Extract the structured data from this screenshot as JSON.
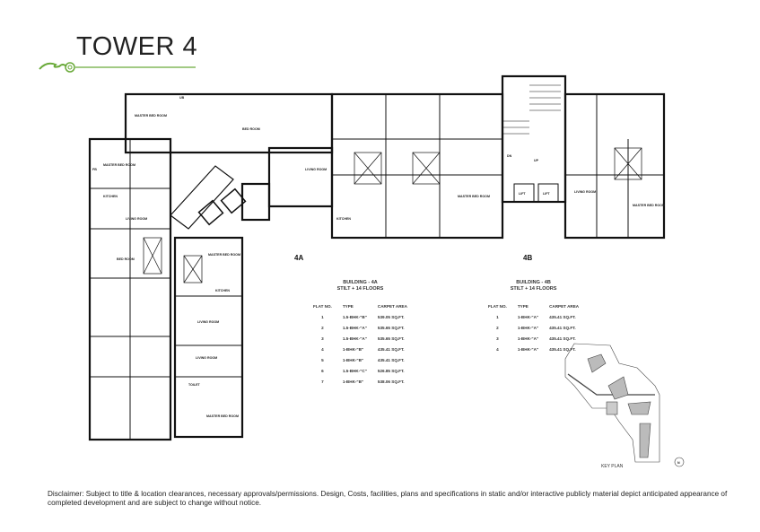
{
  "title": "TOWER 4",
  "colors": {
    "accent": "#6aaa3a",
    "wall": "#111111"
  },
  "wings": {
    "a": "4A",
    "b": "4B"
  },
  "room_labels": [
    "MASTER BED ROOM",
    "BED ROOM",
    "LIVING ROOM",
    "KITCHEN",
    "TOILET",
    "FB",
    "UB",
    "DN",
    "UP",
    "LIFT"
  ],
  "building_4a": {
    "heading": "BUILDING - 4A",
    "subheading": "STILT + 14 FLOORS",
    "columns": [
      "FLAT NO.",
      "TYPE",
      "CARPET AREA"
    ],
    "rows": [
      [
        "1",
        "1.5-BHK-\"B\"",
        "539.05 SQ.FT."
      ],
      [
        "2",
        "1.5-BHK-\"A\"",
        "535.65 SQ.FT."
      ],
      [
        "3",
        "1.5-BHK-\"A\"",
        "535.65 SQ.FT."
      ],
      [
        "4",
        "1-BHK-\"B\"",
        "435.41 SQ.FT."
      ],
      [
        "5",
        "1-BHK-\"B\"",
        "435.41 SQ.FT."
      ],
      [
        "6",
        "1.5-BHK-\"C\"",
        "526.85 SQ.FT."
      ],
      [
        "7",
        "1-BHK-\"B\"",
        "538.06 SQ.FT."
      ]
    ]
  },
  "building_4b": {
    "heading": "BUILDING - 4B",
    "subheading": "STILT + 14 FLOORS",
    "columns": [
      "FLAT NO.",
      "TYPE",
      "CARPET AREA"
    ],
    "rows": [
      [
        "1",
        "1-BHK-\"A\"",
        "435.41 SQ.FT."
      ],
      [
        "2",
        "1-BHK-\"A\"",
        "435.41 SQ.FT."
      ],
      [
        "3",
        "1-BHK-\"A\"",
        "435.41 SQ.FT."
      ],
      [
        "4",
        "1-BHK-\"A\"",
        "435.41 SQ.FT."
      ]
    ]
  },
  "key_plan": {
    "label": "KEY PLAN",
    "north": "N"
  },
  "disclaimer": "Disclaimer: Subject to title & location clearances, necessary approvals/permissions. Design, Costs, facilities, plans and specifications in static and/or interactive publicly material depict anticipated appearance of completed development and are subject to change without notice."
}
